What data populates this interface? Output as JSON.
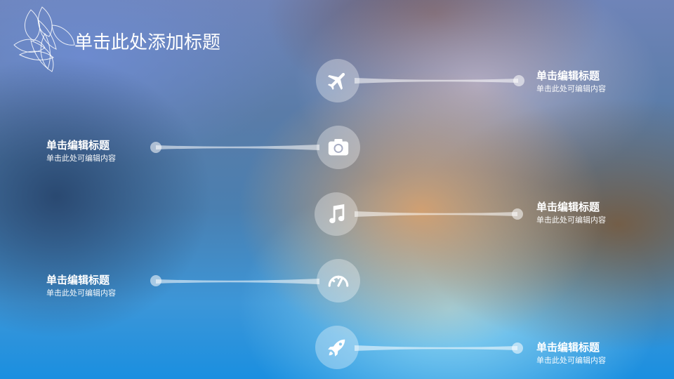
{
  "slide": {
    "title": "单击此处添加标题"
  },
  "items": [
    {
      "icon": "airplane-icon",
      "side": "right",
      "heading": "单击编辑标题",
      "text": "单击此处可编辑内容"
    },
    {
      "icon": "camera-icon",
      "side": "left",
      "heading": "单击编辑标题",
      "text": "单击此处可编辑内容"
    },
    {
      "icon": "music-note-icon",
      "side": "right",
      "heading": "单击编辑标题",
      "text": "单击此处可编辑内容"
    },
    {
      "icon": "speedometer-icon",
      "side": "left",
      "heading": "单击编辑标题",
      "text": "单击此处可编辑内容"
    },
    {
      "icon": "rocket-icon",
      "side": "right",
      "heading": "单击编辑标题",
      "text": "单击此处可编辑内容"
    }
  ],
  "colors": {
    "text": "#ffffff",
    "circle": "rgba(255,255,255,0.32)",
    "connector": "rgba(255,255,255,0.55)"
  }
}
